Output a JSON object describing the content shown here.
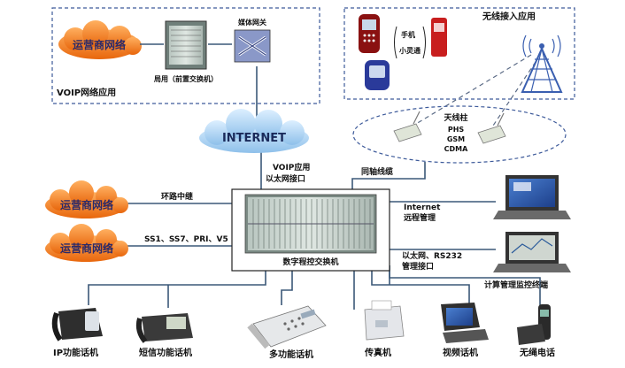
{
  "voip_box": {
    "title": "VOIP网络应用",
    "carrier": "运营商网络",
    "local_exchange": "局用（前置交换机）",
    "media_gateway": "媒体网关"
  },
  "wireless_box": {
    "title": "无线接入应用",
    "handset1": "手机",
    "handset2": "小灵通"
  },
  "internet": "INTERNET",
  "antenna": {
    "title": "天线柱",
    "phs": "PHS",
    "gsm": "GSM",
    "cdma": "CDMA"
  },
  "links": {
    "coax": "同轴线缆",
    "voip_ethernet_1": "VOIP应用",
    "voip_ethernet_2": "以太网接口",
    "loop_trunk": "环路中继",
    "ss_trunk": "SS1、SS7、PRI、V5",
    "remote_1": "Internet",
    "remote_2": "远程管理",
    "mgmt_1": "以太网、RS232",
    "mgmt_2": "管理接口"
  },
  "carrier_left_1": "运营商网络",
  "carrier_left_2": "运营商网络",
  "switch_label": "数字程控交换机",
  "monitor_terminal": "计算管理监控终端",
  "terminals": [
    "IP功能话机",
    "短信功能话机",
    "多功能话机",
    "传真机",
    "视频话机",
    "无绳电话"
  ],
  "colors": {
    "orange_cloud": "#f07a1a",
    "blue_cloud": "#9fc9ee",
    "frame": "#3d5a9a",
    "line": "#335577"
  }
}
